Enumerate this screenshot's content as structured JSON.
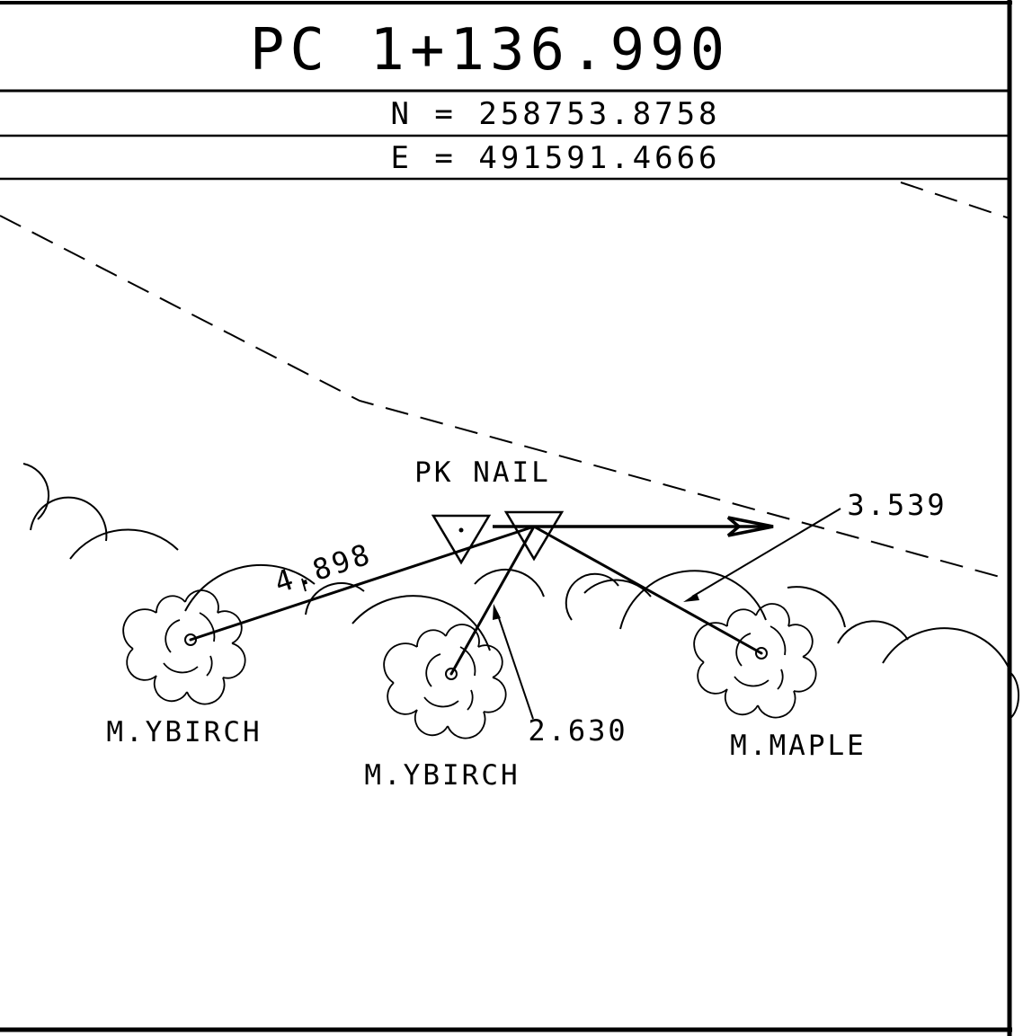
{
  "header": {
    "station": "PC 1+136.990",
    "northing": "N = 258753.8758",
    "easting": "E = 491591.4666"
  },
  "labels": {
    "control_point": "PK NAIL",
    "tree_1": "M.YBIRCH",
    "tree_2": "M.YBIRCH",
    "tree_3": "M.MAPLE"
  },
  "dimensions": {
    "to_tree_1": "4.898",
    "to_tree_2": "2.630",
    "to_tree_3": "3.539"
  }
}
